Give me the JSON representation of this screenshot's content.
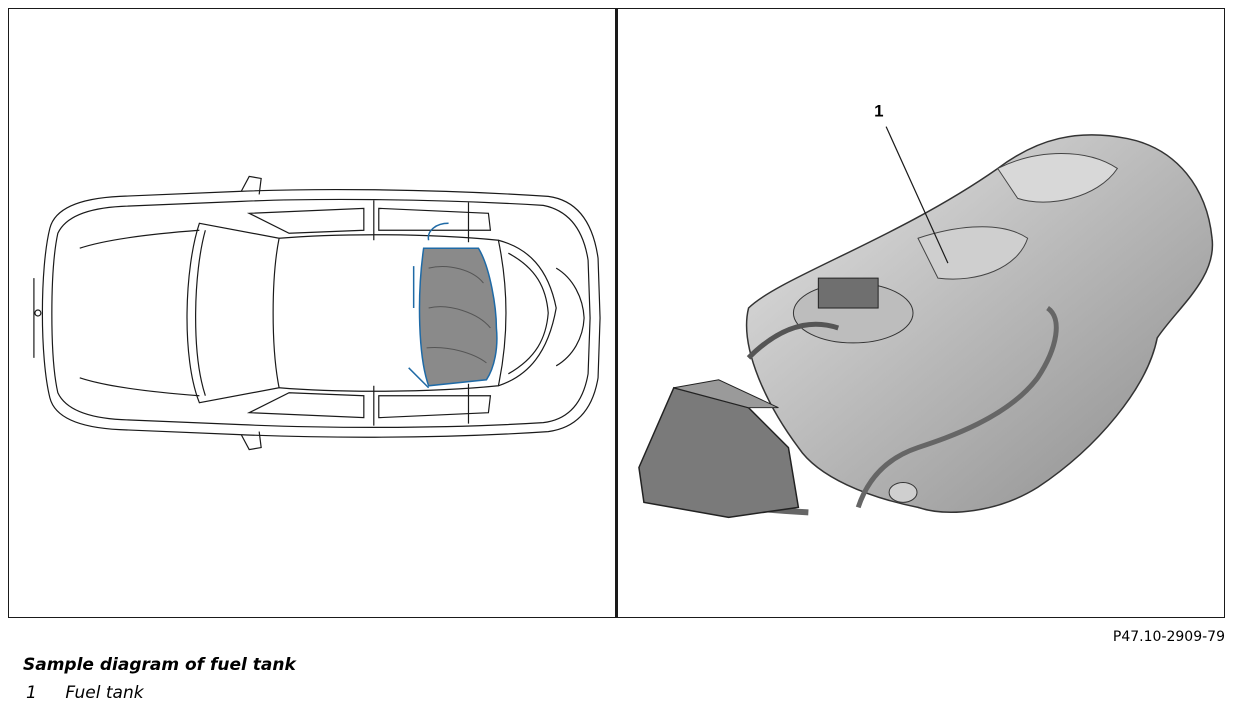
{
  "figure": {
    "reference_code": "P47.10-2909-79",
    "caption": "Sample diagram of fuel tank",
    "callouts": [
      {
        "number": "1",
        "label": "Fuel tank"
      }
    ]
  },
  "colors": {
    "line": "#1a1a1a",
    "highlight": "#1f6aa6",
    "tank_metal": "#c9c9c9"
  }
}
